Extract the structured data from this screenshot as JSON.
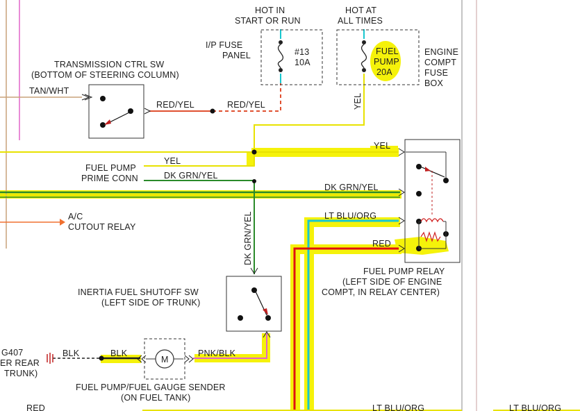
{
  "colors": {
    "yellow": "#e8e200",
    "highlight": "#f5f20a",
    "red": "#e01010",
    "orange": "#f07030",
    "green": "#2a8a2a",
    "teal": "#18c7cf",
    "pink": "#e066c8",
    "tan": "#c9a27a",
    "box": "#333333"
  },
  "labels": {
    "hot_start_run_1": "HOT IN",
    "hot_start_run_2": "START OR RUN",
    "hot_all_times_1": "HOT AT",
    "hot_all_times_2": "ALL TIMES",
    "ip_fuse_1": "I/P FUSE",
    "ip_fuse_2": "PANEL",
    "fuse13_num": "#13",
    "fuse13_amp": "10A",
    "fuel_pump_fuse_1": "FUEL",
    "fuel_pump_fuse_2": "PUMP",
    "fuel_pump_fuse_3": "20A",
    "engine_box_1": "ENGINE",
    "engine_box_2": "COMPT",
    "engine_box_3": "FUSE",
    "engine_box_4": "BOX",
    "trans_sw_1": "TRANSMISSION CTRL SW",
    "trans_sw_2": "(BOTTOM OF STEERING COLUMN)",
    "tan_wht": "TAN/WHT",
    "red_yel_1": "RED/YEL",
    "red_yel_2": "RED/YEL",
    "yel_vertical": "YEL",
    "yel_relay": "YEL",
    "yel_prime": "YEL",
    "fuel_pump_prime_1": "FUEL PUMP",
    "fuel_pump_prime_2": "PRIME CONN",
    "dk_grn_yel_prime": "DK GRN/YEL",
    "dk_grn_yel_relay": "DK GRN/YEL",
    "dk_grn_yel_vertical": "DK GRN/YEL",
    "ac_1": "A/C",
    "ac_2": "CUTOUT RELAY",
    "lt_blu_org_relay": "LT BLU/ORG",
    "red_relay": "RED",
    "relay_1": "FUEL PUMP RELAY",
    "relay_2": "(LEFT SIDE OF ENGINE",
    "relay_3": "COMPT, IN RELAY CENTER)",
    "inertia_1": "INERTIA FUEL SHUTOFF SW",
    "inertia_2": "(LEFT SIDE OF TRUNK)",
    "g407_1": "G407",
    "g407_2": "ER REAR",
    "g407_3": "TRUNK)",
    "blk_1": "BLK",
    "blk_2": "BLK",
    "pnk_blk": "PNK/BLK",
    "motor": "M",
    "sender_1": "FUEL PUMP/FUEL GAUGE SENDER",
    "sender_2": "(ON FUEL TANK)",
    "bottom_red": "RED",
    "bottom_lt_blu_1": "LT BLU/ORG",
    "bottom_lt_blu_2": "LT BLU/ORG"
  }
}
